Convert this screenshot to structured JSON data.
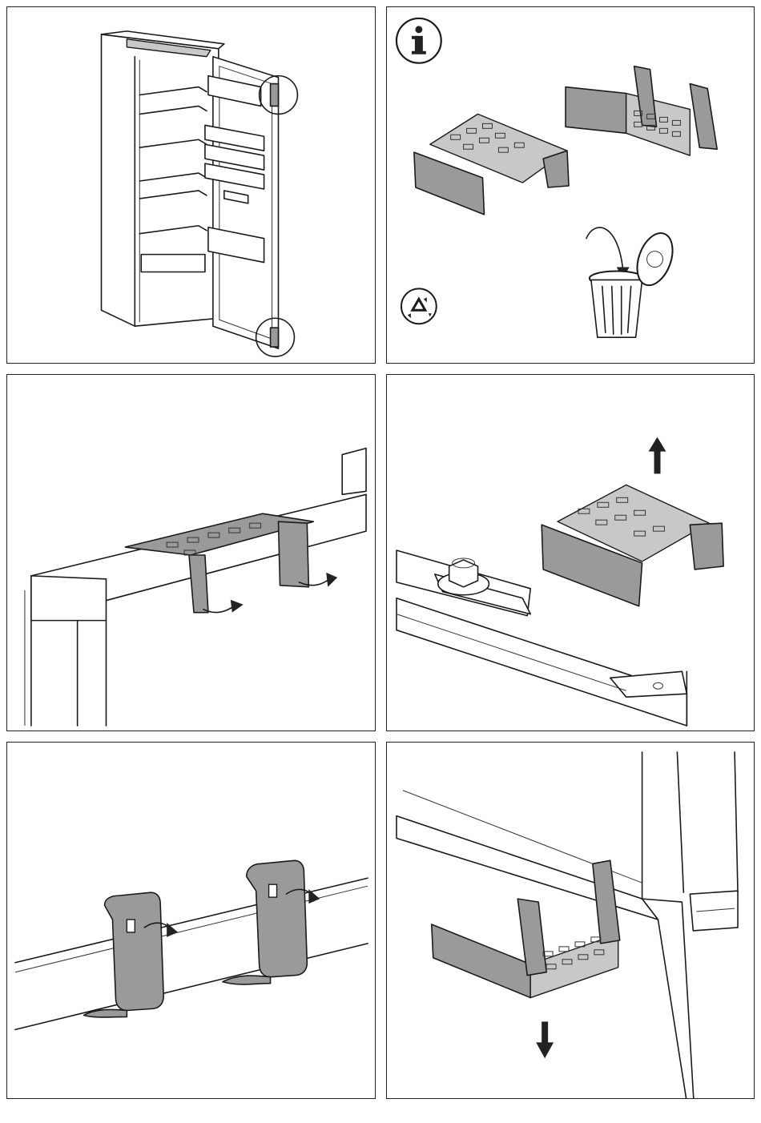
{
  "document": {
    "panels": [
      {
        "id": 1,
        "content": "refrigerator-with-transport-locks-circled"
      },
      {
        "id": 2,
        "content": "info-and-disposal-of-transport-locks"
      },
      {
        "id": 3,
        "content": "remove-upper-transport-lock-clips"
      },
      {
        "id": 4,
        "content": "lift-off-upper-transport-lock"
      },
      {
        "id": 5,
        "content": "remove-lower-transport-lock-clips"
      },
      {
        "id": 6,
        "content": "pull-down-lower-transport-lock"
      }
    ],
    "colors": {
      "line": "#1a1a1a",
      "part_fill": "#9a9a9a",
      "background": "#ffffff"
    }
  }
}
